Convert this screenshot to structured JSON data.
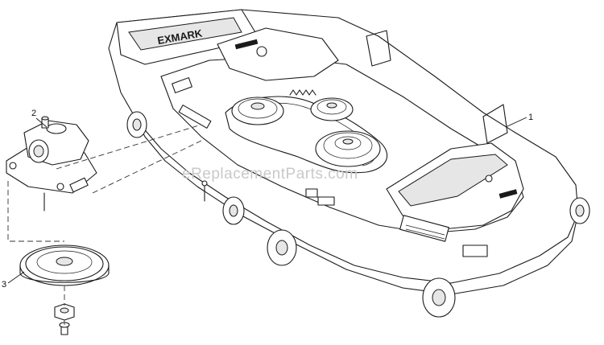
{
  "diagram": {
    "callouts": [
      {
        "id": "1",
        "label": "1"
      },
      {
        "id": "2",
        "label": "2"
      },
      {
        "id": "3",
        "label": "3"
      }
    ],
    "watermark": "eReplacementParts.com",
    "deck_logo": "EXMARK"
  }
}
